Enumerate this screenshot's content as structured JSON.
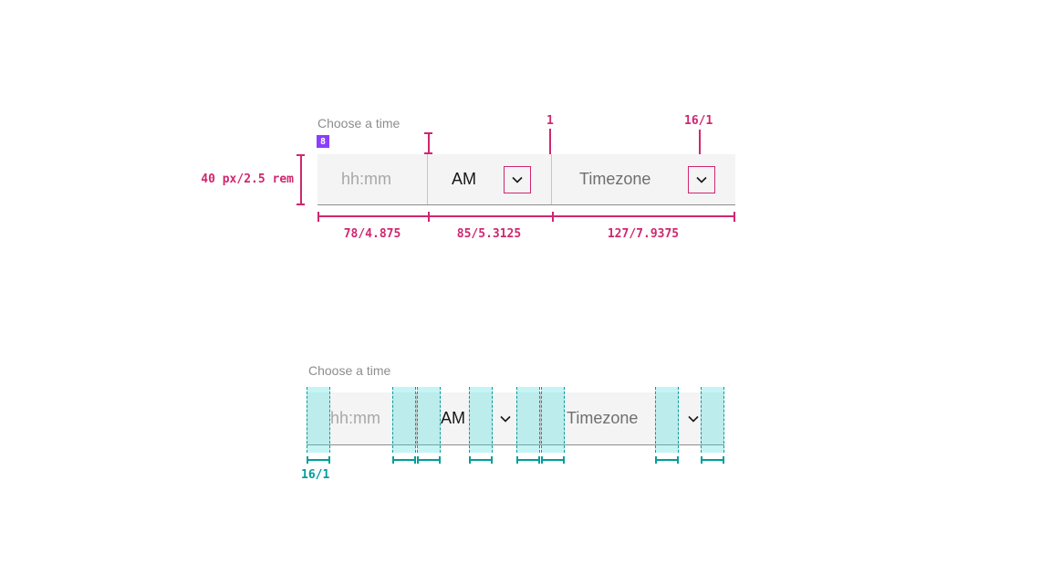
{
  "colors": {
    "annotation_pink": "#d02670",
    "annotation_purple": "#8a3ffc",
    "annotation_teal": "#08bdba",
    "field_background": "#f4f4f4",
    "field_border": "#8d8d8d"
  },
  "top_spec": {
    "label": "Choose a time",
    "spacing_badge": "8",
    "divider_width_label": "1",
    "icon_spacing_label": "16/1",
    "height_label": "40 px/2.5 rem",
    "segment_widths": [
      "78/4.875",
      "85/5.3125",
      "127/7.9375"
    ],
    "picker": {
      "time_placeholder": "hh:mm",
      "period_value": "AM",
      "timezone_placeholder": "Timezone"
    }
  },
  "bottom_spec": {
    "label": "Choose a time",
    "spacing_label": "16/1",
    "picker": {
      "time_placeholder": "hh:mm",
      "period_value": "AM",
      "timezone_placeholder": "Timezone"
    }
  }
}
